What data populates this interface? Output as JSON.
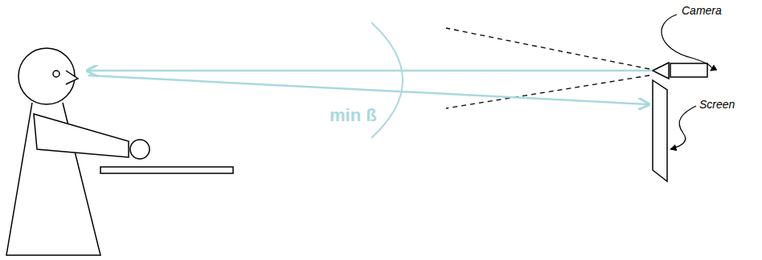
{
  "diagram": {
    "labels": [
      "Camera",
      "Screen",
      "min ß"
    ]
  }
}
